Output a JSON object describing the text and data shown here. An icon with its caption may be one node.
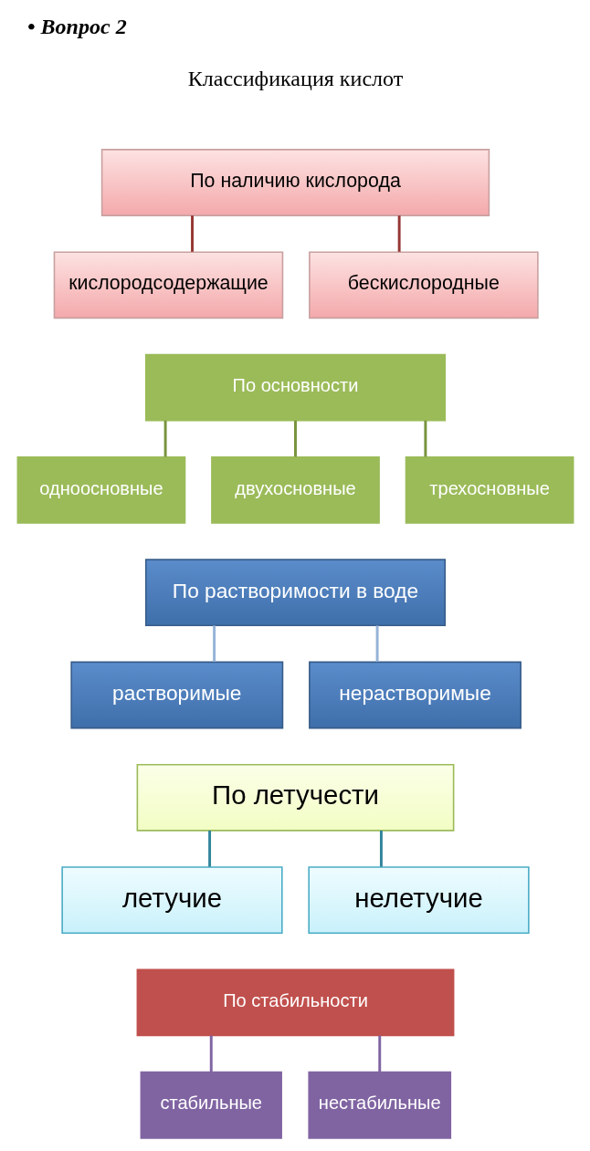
{
  "diagram": {
    "title": "• Вопрос 2",
    "nodes": [
      {
        "text": [
          "По наличию кислорода"
        ]
      },
      {
        "text": [
          "кислородсодержащие"
        ]
      },
      {
        "text": [
          "бескислородные"
        ]
      },
      {
        "text": [
          "По основности"
        ]
      },
      {
        "text": [
          "одноосновные"
        ]
      },
      {
        "text": [
          "двухосновные"
        ]
      },
      {
        "text": [
          "трехосновные"
        ]
      },
      {
        "text": [
          "По растворимости в воде"
        ]
      },
      {
        "text": [
          "растворимые"
        ]
      },
      {
        "text": [
          "нерастворимые"
        ]
      },
      {
        "text": [
          "По летучести"
        ]
      },
      {
        "text": [
          "летучие"
        ]
      },
      {
        "text": [
          "нелетучие"
        ]
      },
      {
        "text": [
          "По стабильности"
        ]
      },
      {
        "text": [
          "стабильные"
        ]
      },
      {
        "text": [
          "нестабильные"
        ]
      }
    ],
    "edges": [
      {
        "from": 0,
        "to": 1,
        "arrow": "none",
        "color": "#953735"
      },
      {
        "from": 0,
        "to": 2,
        "arrow": "none",
        "color": "#953735"
      },
      {
        "from": 3,
        "to": 4,
        "arrow": "none",
        "color": "#77933c"
      },
      {
        "from": 3,
        "to": 5,
        "arrow": "none",
        "color": "#77933c"
      },
      {
        "from": 3,
        "to": 6,
        "arrow": "none",
        "color": "#77933c"
      },
      {
        "from": 7,
        "to": 8,
        "arrow": "none",
        "color": "#95b3d7"
      },
      {
        "from": 7,
        "to": 9,
        "arrow": "none",
        "color": "#95b3d7"
      },
      {
        "from": 10,
        "to": 11,
        "arrow": "none",
        "color": "#31859c"
      },
      {
        "from": 10,
        "to": 12,
        "arrow": "none",
        "color": "#31859c"
      },
      {
        "from": 13,
        "to": 14,
        "arrow": "none",
        "color": "#8064a2"
      },
      {
        "from": 13,
        "to": 15,
        "arrow": "none",
        "color": "#8064a2"
      }
    ],
    "labels": [
      "Классификация кислот"
    ]
  }
}
